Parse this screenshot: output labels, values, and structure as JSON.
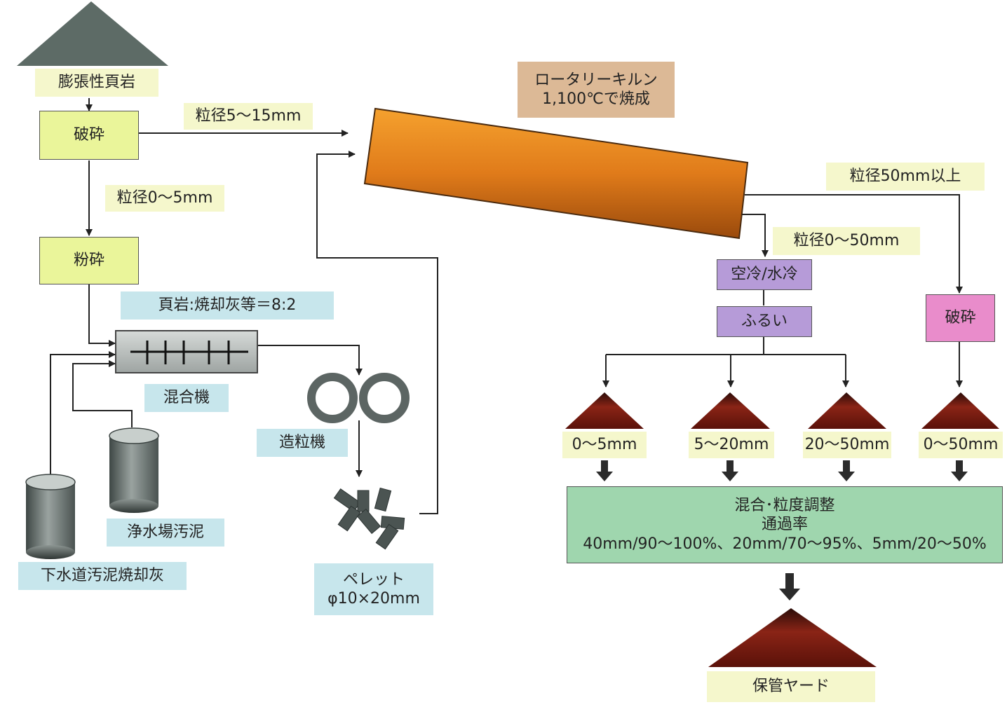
{
  "title": "",
  "inputs": {
    "shale": "膨張性頁岩",
    "sewage_ash": "下水道汚泥焼却灰",
    "water_sludge": "浄水場汚泥"
  },
  "steps": {
    "crush1": "破砕",
    "pulverize": "粉砕",
    "mixer": "混合機",
    "granulator": "造粒機",
    "pellet_line1": "ペレット",
    "pellet_line2": "φ10×20mm",
    "kiln_line1": "ロータリーキルン",
    "kiln_line2": "1,100℃で焼成",
    "cooling": "空冷/水冷",
    "screen": "ふるい",
    "crush2": "破砕",
    "blend_line1": "混合･粒度調整",
    "blend_line2": "通過率",
    "blend_line3": "40mm/90～100%、20mm/70～95%、5mm/20～50%",
    "storage": "保管ヤード"
  },
  "labels": {
    "size_5_15": "粒径5～15mm",
    "size_0_5": "粒径0～5mm",
    "ratio": "頁岩:焼却灰等＝8:2",
    "size_0_50": "粒径0～50mm",
    "size_50_up": "粒径50mm以上"
  },
  "fractions": [
    "0～5mm",
    "5～20mm",
    "20～50mm",
    "0～50mm"
  ],
  "colors": {
    "step_box": "#eaf59a",
    "label_yellow": "#f5f7cc",
    "label_blue": "#c7e6ec",
    "kiln_label": "#dcb996",
    "cooling_box": "#b69bd8",
    "crush_box": "#e98ccb",
    "blend_box": "#9fd6ae",
    "kiln_body": "#e07b1a",
    "pile": "#7a1a10",
    "shale_pile": "#5d6b66"
  }
}
